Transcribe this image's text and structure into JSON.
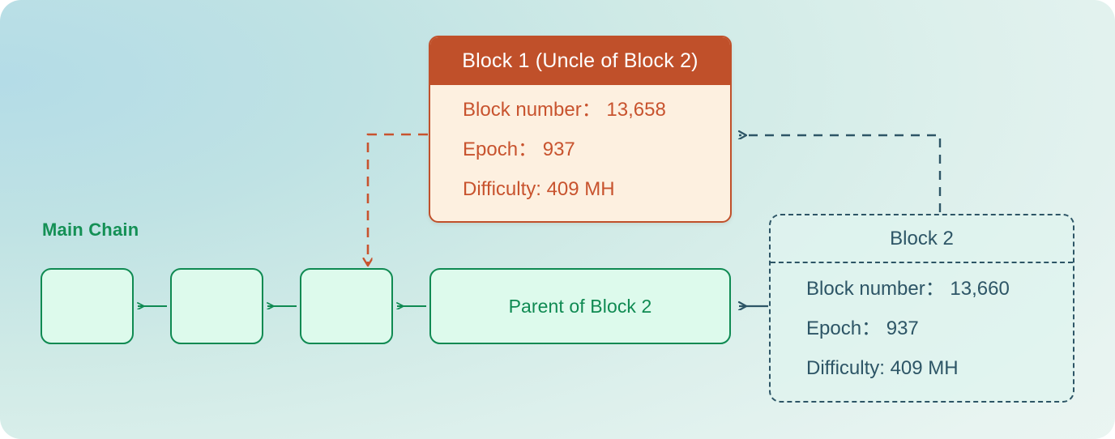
{
  "diagram": {
    "title_label": "Main Chain",
    "colors": {
      "uncle_accent": "#c0502a",
      "uncle_fill": "#fdf0e0",
      "chain_green": "#0f8a52",
      "chain_fill": "#ddfaec",
      "block2_slate": "#2d5566",
      "background_from": "#b4dce7",
      "background_to": "#ecf6f2"
    }
  },
  "uncle_block": {
    "header": "Block 1 (Uncle of Block 2)",
    "rows": [
      "Block number： 13,658",
      "Epoch： 937",
      "Difficulty: 409 MH"
    ],
    "fields": {
      "block_number_label": "Block number",
      "block_number_value": "13,658",
      "epoch_label": "Epoch",
      "epoch_value": "937",
      "difficulty_label": "Difficulty",
      "difficulty_value": "409 MH"
    }
  },
  "block2": {
    "header": "Block 2",
    "rows": [
      "Block number： 13,660",
      "Epoch： 937",
      "Difficulty: 409 MH"
    ],
    "fields": {
      "block_number_label": "Block number",
      "block_number_value": "13,660",
      "epoch_label": "Epoch",
      "epoch_value": "937",
      "difficulty_label": "Difficulty",
      "difficulty_value": "409 MH"
    }
  },
  "chain": {
    "parent_label": "Parent of Block 2",
    "blocks": [
      "",
      "",
      ""
    ]
  },
  "connectors": [
    {
      "name": "uncle-to-chain",
      "style": "dashed",
      "color": "#c0502a"
    },
    {
      "name": "block2-to-uncle",
      "style": "dashed",
      "color": "#2d5566"
    },
    {
      "name": "block2-to-parent",
      "style": "solid",
      "color": "#2d5566"
    },
    {
      "name": "chain-link-1",
      "style": "solid",
      "color": "#0f8a52"
    },
    {
      "name": "chain-link-2",
      "style": "solid",
      "color": "#0f8a52"
    },
    {
      "name": "chain-link-3",
      "style": "solid",
      "color": "#0f8a52"
    }
  ]
}
